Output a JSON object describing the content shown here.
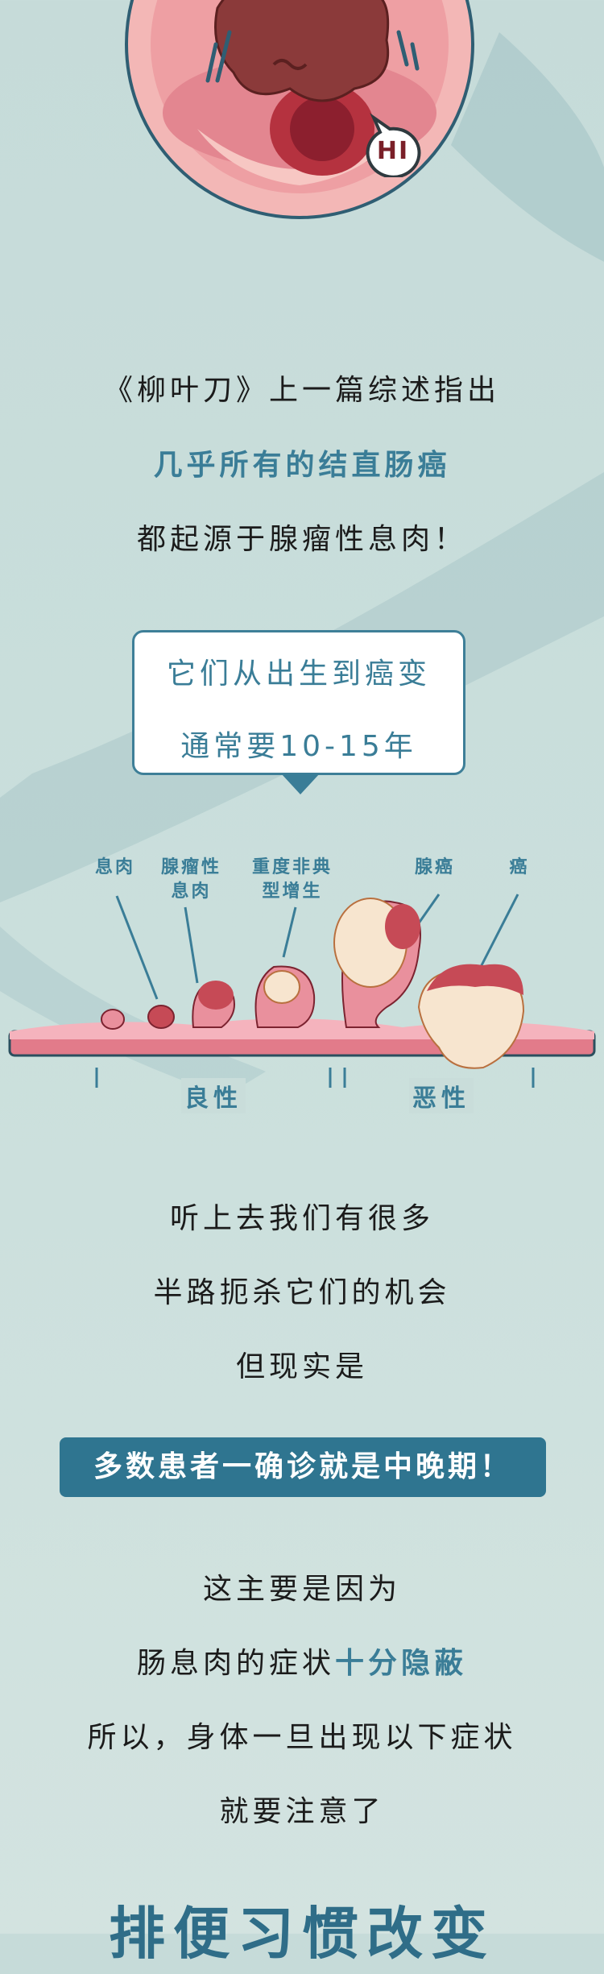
{
  "hero": {
    "bubble_text": "HI"
  },
  "intro": {
    "line1": "《柳叶刀》上一篇综述指出",
    "line2": "几乎所有的结直肠癌",
    "line3": "都起源于腺瘤性息肉！"
  },
  "callout": {
    "line1": "它们从出生到癌变",
    "line2": "通常要10-15年"
  },
  "diagram": {
    "stages": [
      {
        "label": "息肉"
      },
      {
        "label": "腺瘤性\n息肉"
      },
      {
        "label": "重度非典\n型增生"
      },
      {
        "label": "腺癌"
      },
      {
        "label": "癌"
      }
    ],
    "benign_label": "良性",
    "malignant_label": "恶性"
  },
  "middle": {
    "line1": "听上去我们有很多",
    "line2": "半路扼杀它们的机会",
    "line3": "但现实是"
  },
  "banner": {
    "text": "多数患者一确诊就是中晚期！"
  },
  "symptoms": {
    "line1": "这主要是因为",
    "line2_prefix": "肠息肉的症状",
    "line2_accent": "十分隐蔽",
    "line3": "所以，身体一旦出现以下症状",
    "line4": "就要注意了"
  },
  "bottom": {
    "heading": "排便习惯改变"
  },
  "colors": {
    "background": "#c6dbd9",
    "accent": "#3a7d97",
    "banner": "#2f7590",
    "tissue": "#e79aa6"
  }
}
